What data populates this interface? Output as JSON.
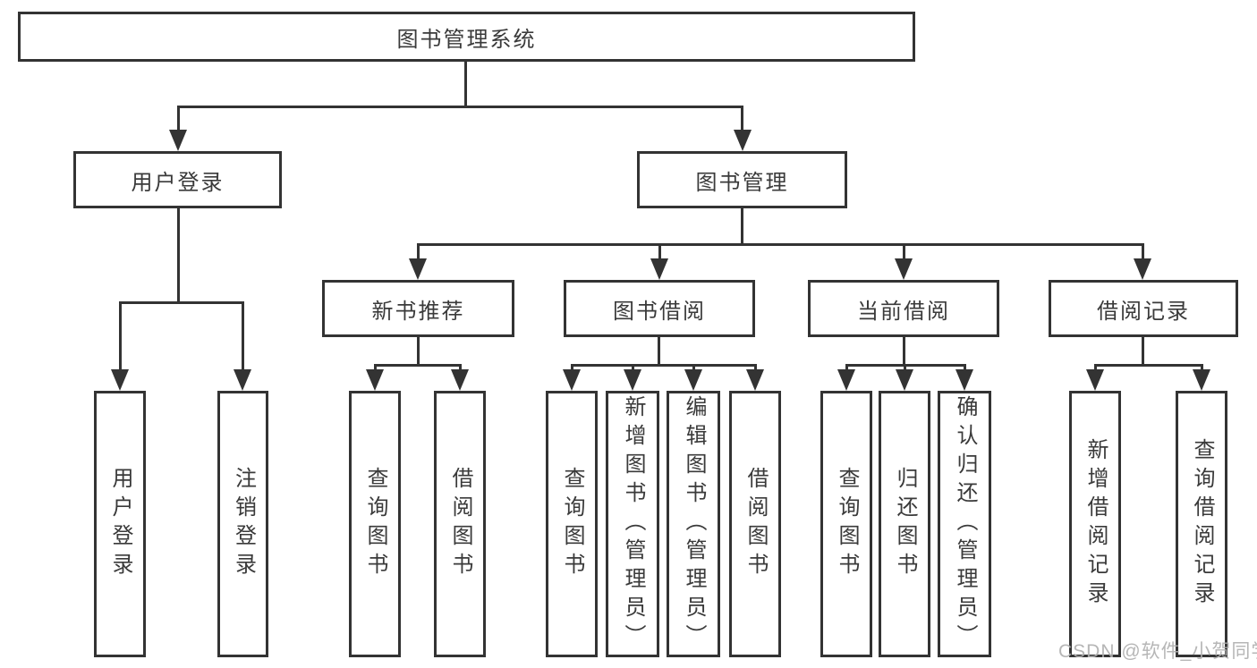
{
  "diagram": {
    "root": {
      "label": "图书管理系统"
    },
    "level2": [
      {
        "label": "用户登录"
      },
      {
        "label": "图书管理"
      }
    ],
    "level3": [
      {
        "label": "新书推荐"
      },
      {
        "label": "图书借阅"
      },
      {
        "label": "当前借阅"
      },
      {
        "label": "借阅记录"
      }
    ],
    "leaves": {
      "user_login": [
        "用户登录",
        "注销登录"
      ],
      "new_book_recommend": [
        "查询图书",
        "借阅图书"
      ],
      "book_borrow": [
        "查询图书",
        "新增图书（管理员）",
        "编辑图书（管理员）",
        "借阅图书"
      ],
      "current_borrow": [
        "查询图书",
        "归还图书",
        "确认归还（管理员）"
      ],
      "borrow_records": [
        "新增借阅记录",
        "查询借阅记录"
      ]
    }
  },
  "watermark": {
    "text": "CSDN @软件_小贺同学"
  },
  "colors": {
    "line": "#333333",
    "text": "#3a3a3a",
    "watermark": "#b0b0b0",
    "background": "#ffffff"
  }
}
